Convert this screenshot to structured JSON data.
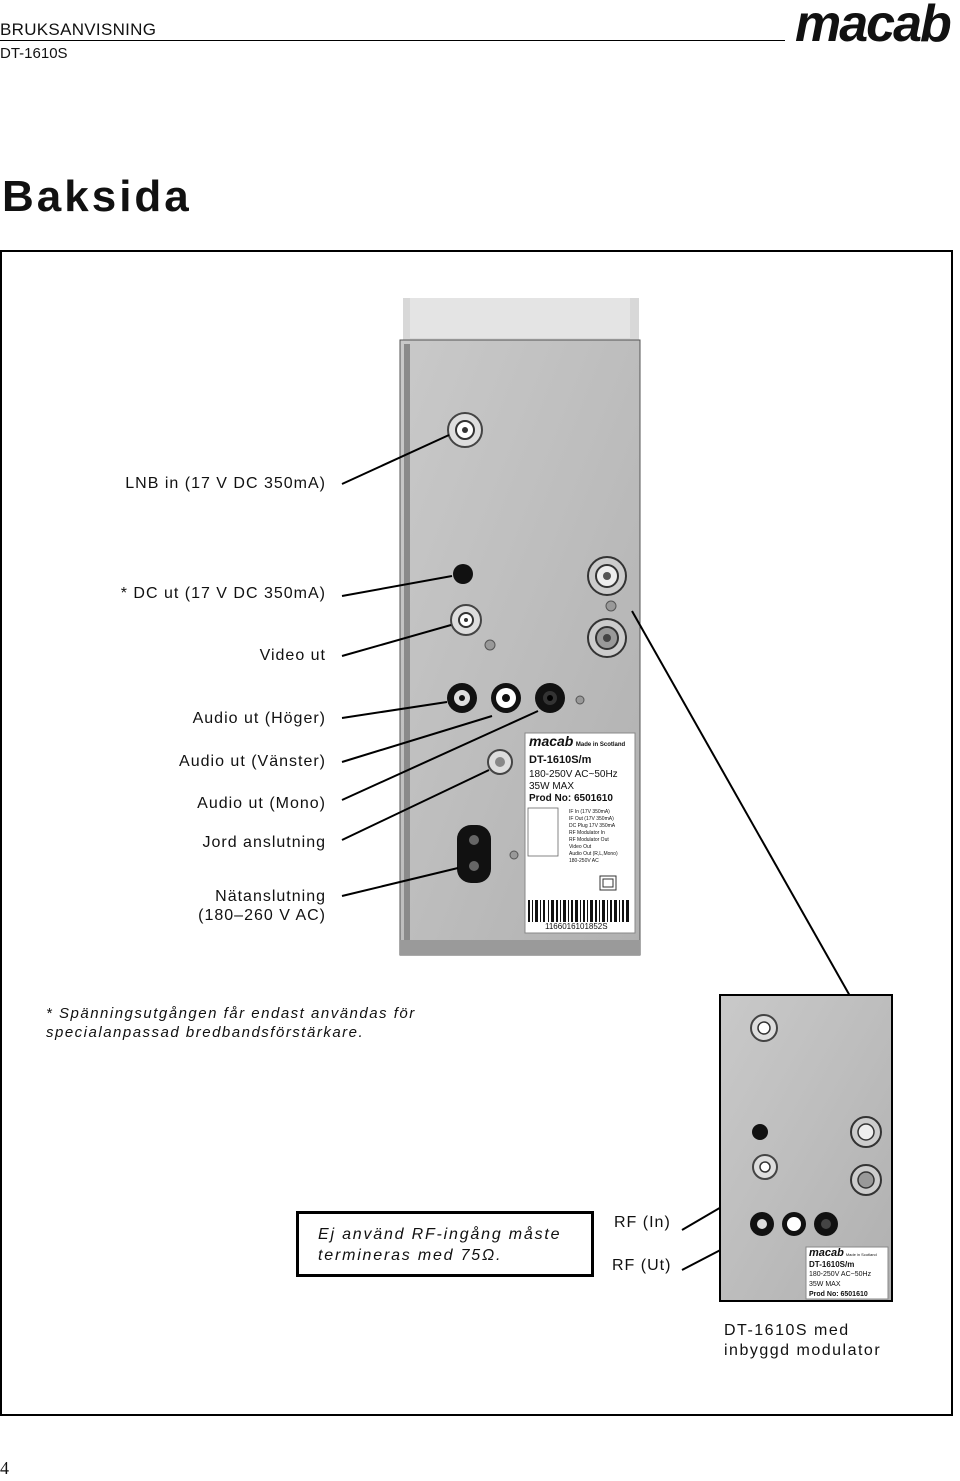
{
  "header": {
    "title": "BRUKSANVISNING",
    "model": "DT-1610S",
    "brand": "macab"
  },
  "heading": "Baksida",
  "labels": {
    "lnb_in": "LNB in (17 V DC 350mA)",
    "dc_out": "* DC ut (17 V DC 350mA)",
    "video_out": "Video ut",
    "audio_right": "Audio ut (Höger)",
    "audio_left": "Audio ut (Vänster)",
    "audio_mono": "Audio ut (Mono)",
    "ground": "Jord anslutning",
    "mains_1": "Nätanslutning",
    "mains_2": "(180–260 V AC)"
  },
  "footnote": {
    "line1": "* Spänningsutgången får endast användas för",
    "line2": "specialanpassad bredbandsförstärkare."
  },
  "warning_box": {
    "line1": "Ej använd RF-ingång måste",
    "line2": "termineras med 75Ω."
  },
  "rf_labels": {
    "rf_in": "RF (In)",
    "rf_out": "RF (Ut)"
  },
  "caption": {
    "line1": "DT-1610S med",
    "line2": "inbyggd modulator"
  },
  "product_label": {
    "brand": "macab",
    "made_in": "Made in Scotland",
    "model": "DT-1610S/m",
    "voltage": "180-250V AC~50Hz",
    "power": "35W MAX",
    "prod_no": "Prod No: 6501610",
    "specs": [
      "IF In (17V 350mA)",
      "IF Out (17V 350mA)",
      "DC Plug 17V 350mA",
      "RF Modulator In",
      "RF Modulator Out",
      "Video Out",
      "Audio Out (R,L,Mono)",
      "180-250V AC"
    ],
    "barcode": "1166016101852S"
  },
  "page_number": "4"
}
